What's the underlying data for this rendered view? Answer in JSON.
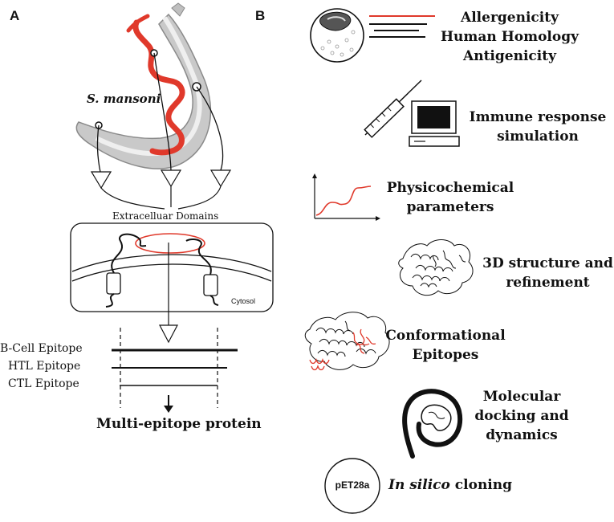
{
  "panel_a": {
    "letter": "A",
    "organism": "S. mansoni",
    "extracellular_label": "Extracelluar Domains",
    "cytosol_label": "Cytosol",
    "epitopes": [
      "B-Cell Epitope",
      "HTL Epitope",
      "CTL Epitope"
    ],
    "result": "Multi-epitope protein"
  },
  "panel_b": {
    "letter": "B",
    "steps": [
      {
        "lines": [
          "Allergenicity",
          "Human Homology",
          "Antigenicity"
        ],
        "icon": "cell-icon"
      },
      {
        "lines": [
          "Immune response",
          "simulation"
        ],
        "icon": "syringe-computer-icon"
      },
      {
        "lines": [
          "Physicochemical",
          "parameters"
        ],
        "icon": "sigmoid-graph-icon"
      },
      {
        "lines": [
          "3D structure and",
          "refinement"
        ],
        "icon": "protein-structure-icon"
      },
      {
        "lines": [
          "Conformational",
          "Epitopes"
        ],
        "icon": "protein-epitope-icon"
      },
      {
        "lines": [
          "Molecular",
          "docking and",
          "dynamics"
        ],
        "icon": "docking-icon"
      },
      {
        "lines_rich": {
          "italic": "In silico",
          "rest": " cloning"
        },
        "icon": "plasmid-icon"
      }
    ],
    "plasmid_label": "pET28a"
  },
  "colors": {
    "accent_red": "#e0392b",
    "gray": "#a9a9a9",
    "line": "#111111"
  }
}
